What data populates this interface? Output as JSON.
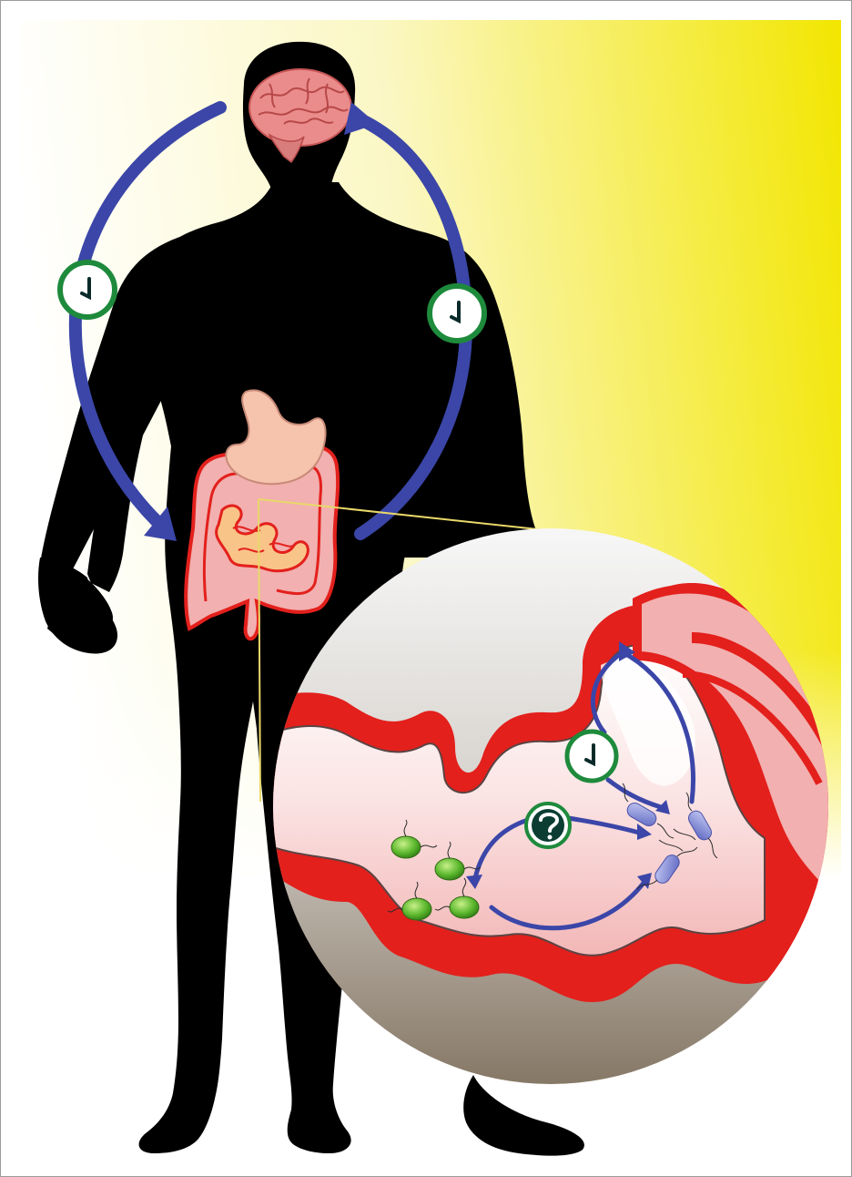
{
  "figure": {
    "subject": "gut-brain-axis-circadian-illustration",
    "colors": {
      "background_gradient": [
        "#ffffff",
        "#f2e600"
      ],
      "silhouette": "#000000",
      "arrow": "#3b46a8",
      "clock_ring": "#1e8a3c",
      "clock_hand": "#0a2a2a",
      "gut_outline": "#e3201c",
      "gut_fill": "#f2b0b0",
      "brain": "#ea8c8c",
      "bacteria_green": "#5cb82e",
      "bacteria_blue": "#8a92d8",
      "magnifier_top": "#f4f4f4",
      "magnifier_bottom": "#8c7e6e",
      "question_icon": "#0b3d33"
    },
    "icons": [
      "human-silhouette",
      "brain-icon",
      "stomach-icon",
      "intestine-icon",
      "clock-icon",
      "clock-icon",
      "clock-icon",
      "question-bubble-icon",
      "magnifier-circle",
      "green-bacteria",
      "blue-bacteria"
    ]
  }
}
